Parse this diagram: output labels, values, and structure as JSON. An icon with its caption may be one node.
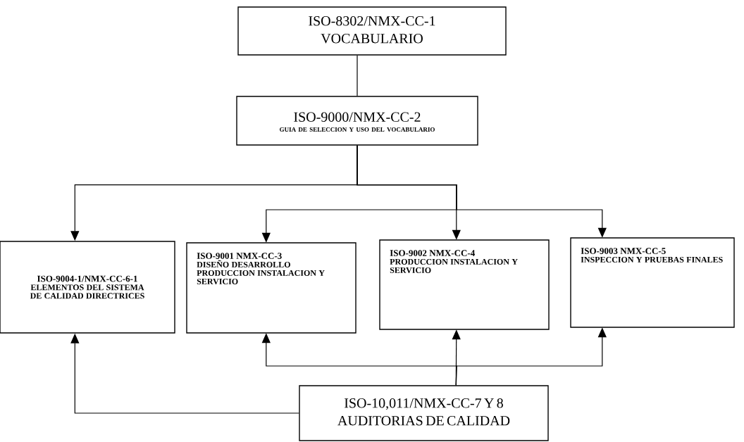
{
  "diagram": {
    "nodes": [
      {
        "text": [
          "ISO-8302/NMX-CC-1",
          "VOCABULARIO"
        ]
      },
      {
        "text": [
          "ISO-9000/NMX-CC-2",
          "GUIA DE SELECCION Y USO DEL VOCABULARIO"
        ]
      },
      {
        "text": [
          "ISO-9004-1/NMX-CC-6-1",
          "ELEMENTOS DEL SISTEMA DE CALIDAD DIRECTRICES"
        ]
      },
      {
        "text": [
          "ISO-9001 NMX-CC-3",
          "DISEÑO DESARROLLO PRODUCCION INSTALACION Y SERVICIO"
        ]
      },
      {
        "text": [
          "ISO-9002 NMX-CC-4",
          "PRODUCCION INSTALACION Y SERVICIO"
        ]
      },
      {
        "text": [
          "ISO-9003 NMX-CC-5",
          "INSPECCION Y PRUEBAS FINALES"
        ]
      },
      {
        "text": [
          "ISO-10,011/NMX-CC-7 Y 8",
          "AUDITORIAS DE CALIDAD"
        ]
      }
    ],
    "edges": [
      {
        "from": 0,
        "to": 1,
        "arrow": "none"
      },
      {
        "from": 1,
        "to": 2,
        "arrow": "to"
      },
      {
        "from": 1,
        "to": 3,
        "arrow": "to"
      },
      {
        "from": 1,
        "to": 4,
        "arrow": "to"
      },
      {
        "from": 1,
        "to": 5,
        "arrow": "to"
      },
      {
        "from": 6,
        "to": 2,
        "arrow": "to"
      },
      {
        "from": 6,
        "to": 3,
        "arrow": "to"
      },
      {
        "from": 6,
        "to": 4,
        "arrow": "to"
      },
      {
        "from": 6,
        "to": 5,
        "arrow": "to"
      }
    ]
  }
}
